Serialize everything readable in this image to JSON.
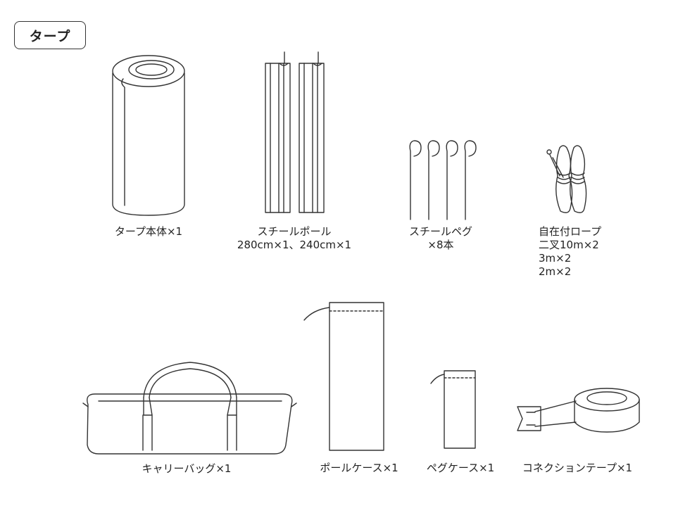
{
  "title": "タープ",
  "items": {
    "tarp_body": [
      "タープ本体×1"
    ],
    "steel_pole": [
      "スチールポール",
      "280cm×1、240cm×1"
    ],
    "steel_peg": [
      "スチールペグ",
      "×8本"
    ],
    "rope": [
      "自在付ロープ",
      "二叉10m×2",
      "3m×2",
      "2m×2"
    ],
    "carry_bag": [
      "キャリーバッグ×1"
    ],
    "pole_case": [
      "ポールケース×1"
    ],
    "peg_case": [
      "ペグケース×1"
    ],
    "connection_tape": [
      "コネクションテープ×1"
    ]
  }
}
